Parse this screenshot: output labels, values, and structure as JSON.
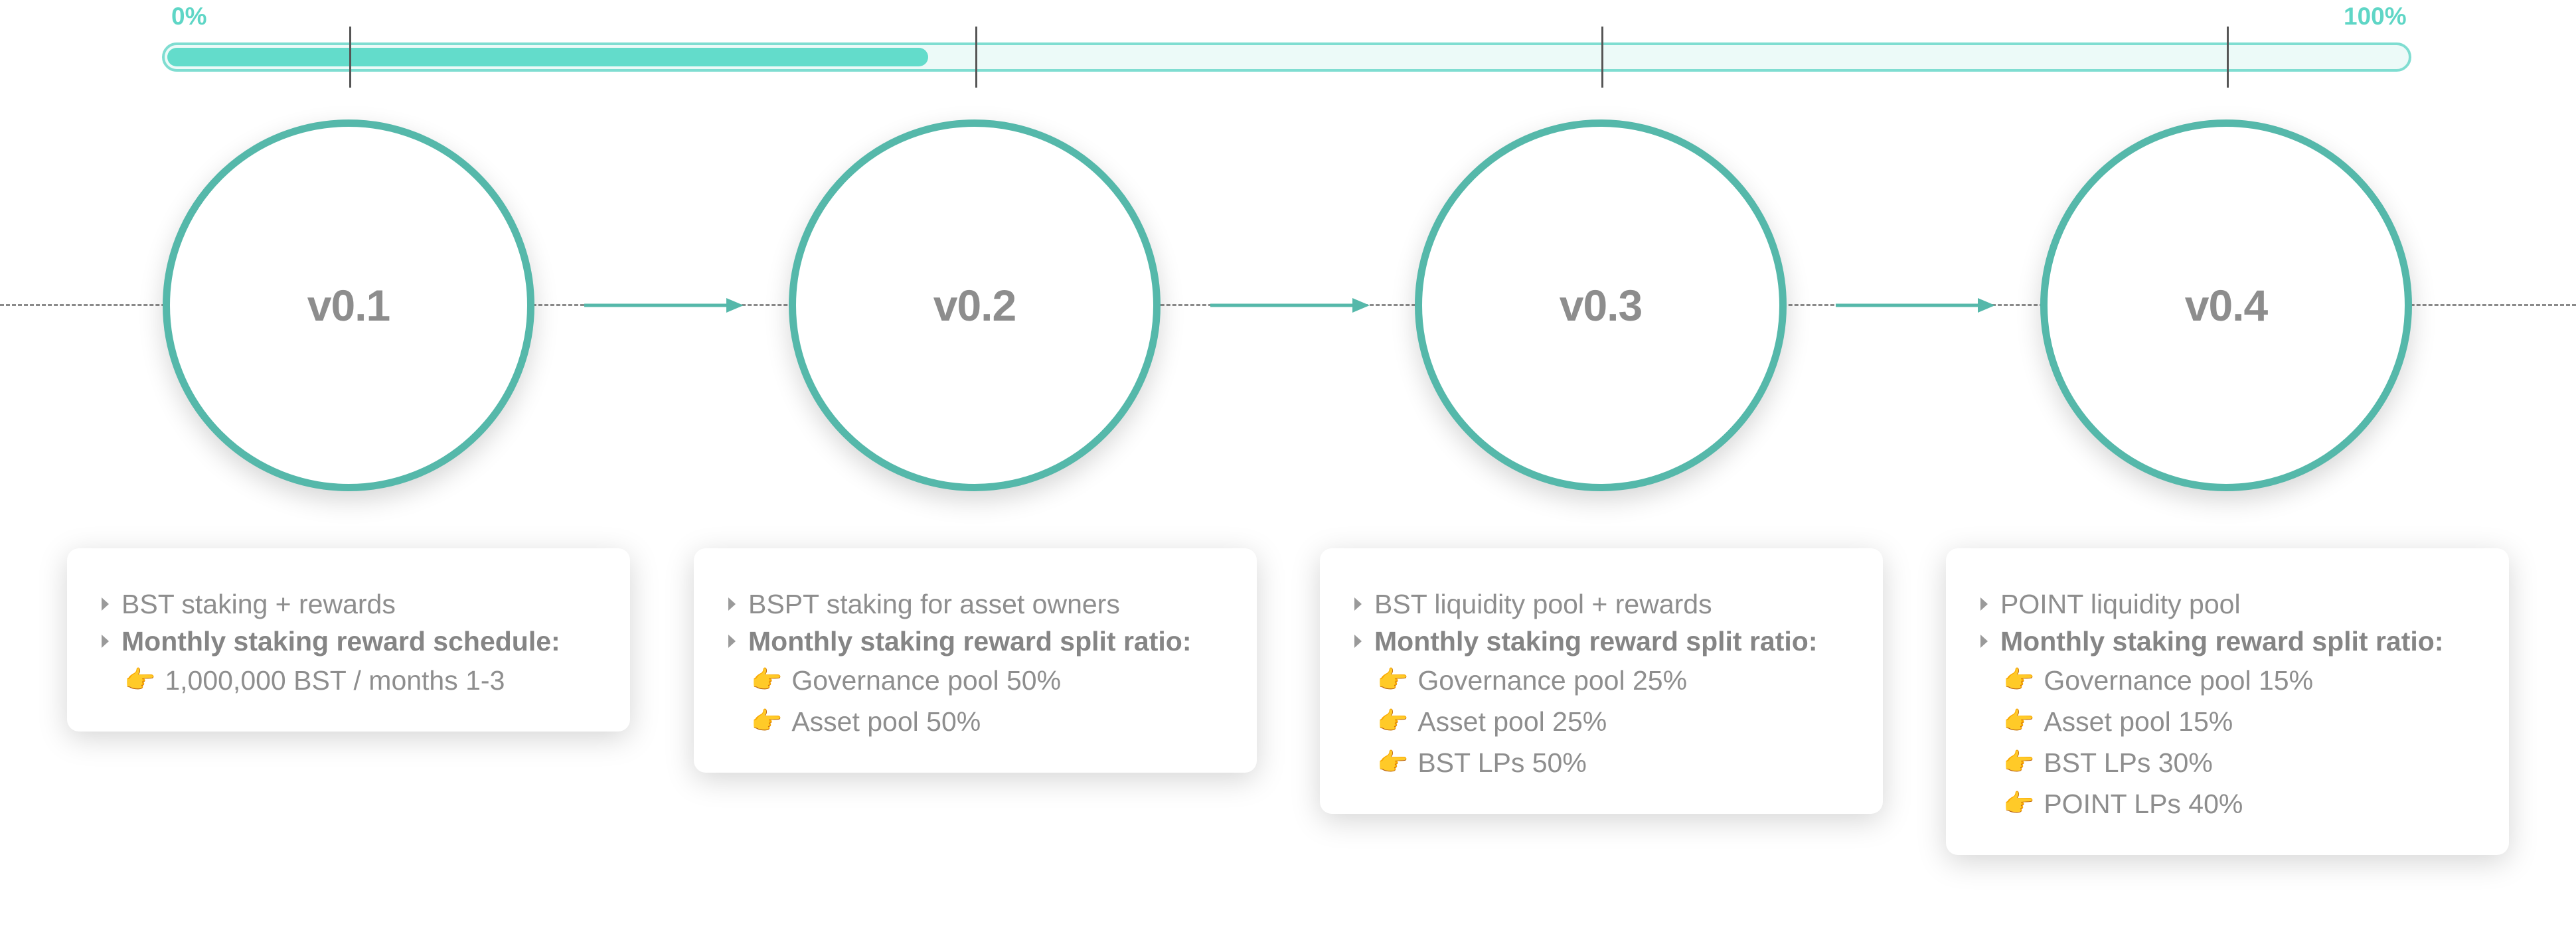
{
  "progress": {
    "start_label": "0%",
    "end_label": "100%",
    "value_fraction": 0.34,
    "track_color": "#ecfaf8",
    "fill_color": "#63dccb",
    "border_color": "#7fddd1"
  },
  "timeline": {
    "circle_color": "#55b8aa",
    "arrow_color": "#55b8aa",
    "versions": [
      {
        "label": "v0.1"
      },
      {
        "label": "v0.2"
      },
      {
        "label": "v0.3"
      },
      {
        "label": "v0.4"
      }
    ]
  },
  "cards": [
    {
      "items": [
        {
          "text": "BST staking + rewards",
          "bold": false
        },
        {
          "text": "Monthly staking reward schedule:",
          "bold": true
        }
      ],
      "subitems": [
        {
          "icon": "pointing-hand-icon",
          "text": "1,000,000 BST / months 1-3"
        }
      ]
    },
    {
      "items": [
        {
          "text": "BSPT staking for asset owners",
          "bold": false
        },
        {
          "text": "Monthly staking reward split ratio:",
          "bold": true
        }
      ],
      "subitems": [
        {
          "icon": "pointing-hand-icon",
          "text": "Governance pool 50%"
        },
        {
          "icon": "pointing-hand-icon",
          "text": "Asset pool 50%"
        }
      ]
    },
    {
      "items": [
        {
          "text": "BST liquidity pool + rewards",
          "bold": false
        },
        {
          "text": "Monthly staking reward split ratio:",
          "bold": true
        }
      ],
      "subitems": [
        {
          "icon": "pointing-hand-icon",
          "text": "Governance pool 25%"
        },
        {
          "icon": "pointing-hand-icon",
          "text": "Asset pool 25%"
        },
        {
          "icon": "pointing-hand-icon",
          "text": "BST LPs 50%"
        }
      ]
    },
    {
      "items": [
        {
          "text": "POINT liquidity pool",
          "bold": false
        },
        {
          "text": "Monthly staking reward split ratio:",
          "bold": true
        }
      ],
      "subitems": [
        {
          "icon": "pointing-hand-icon",
          "text": "Governance pool 15%"
        },
        {
          "icon": "pointing-hand-icon",
          "text": "Asset pool 15%"
        },
        {
          "icon": "pointing-hand-icon",
          "text": "BST LPs 30%"
        },
        {
          "icon": "pointing-hand-icon",
          "text": "POINT LPs 40%"
        }
      ]
    }
  ]
}
